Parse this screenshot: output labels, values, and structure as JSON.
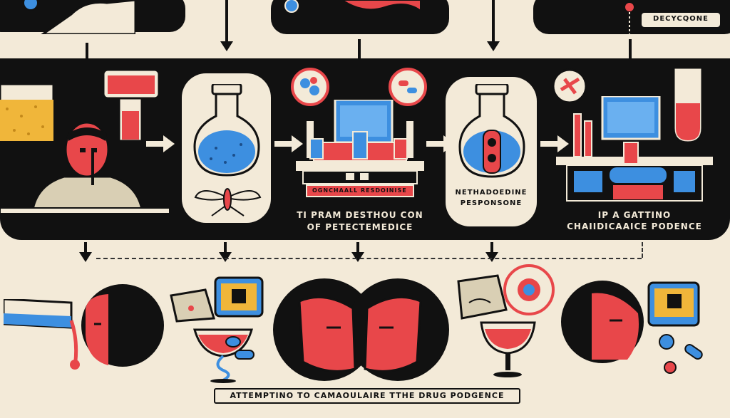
{
  "top_labels": {
    "label_top_right": "DECYCQONE"
  },
  "step_captions": {
    "caption_step3_line1": "TI PRAM DESTHOU CON",
    "caption_step3_line2": "OF PETECTEMEDICE",
    "caption_step4_line1": "NETHADOEDINE",
    "caption_step4_line2": "PESPONSONE",
    "caption_step5_line1": "IP A GATTINO",
    "caption_step5_line2": "CHAIIDICAAICE PODENCE",
    "device_label": "OGNCHAALL RESDOINISE"
  },
  "footer": {
    "banner": "ATTEMPTINO TO CAMAOULAIRE TTHE DRUG PODGENCE"
  },
  "colors": {
    "ink": "#111111",
    "paper": "#f3ead8",
    "red": "#e8474a",
    "blue": "#3d8fe0",
    "yellow": "#f0b63a"
  }
}
